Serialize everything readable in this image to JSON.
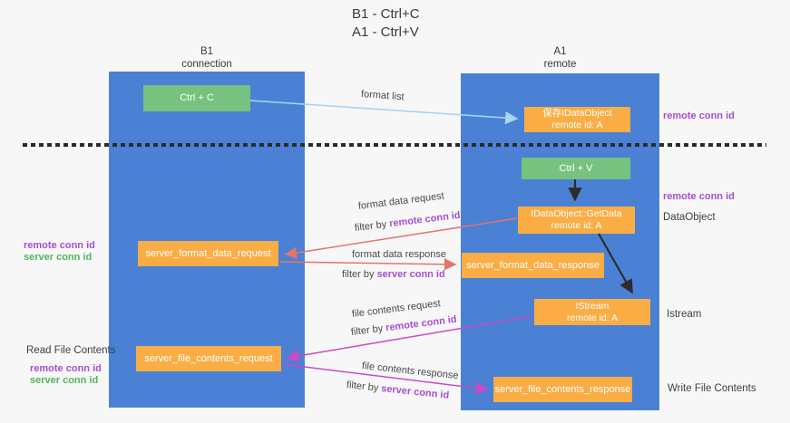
{
  "title": {
    "line1": "B1 - Ctrl+C",
    "line2": "A1 - Ctrl+V"
  },
  "columns": {
    "left": {
      "name": "B1",
      "role": "connection"
    },
    "right": {
      "name": "A1",
      "role": "remote"
    }
  },
  "nodes": {
    "ctrl_c": {
      "label": "Ctrl + C"
    },
    "ctrl_v": {
      "label": "Ctrl + V"
    },
    "save_dataobject": {
      "line1": "保存IDataObject",
      "line2": "remote id: A"
    },
    "getdata": {
      "line1": "IDataObject::GetData",
      "line2": "remote id: A"
    },
    "istream": {
      "line1": "IStream",
      "line2": "remote id: A"
    },
    "format_request": {
      "label": "server_format_data_request"
    },
    "format_response": {
      "label": "server_format_data_response"
    },
    "file_request": {
      "label": "server_file_contents_request"
    },
    "file_response": {
      "label": "server_file_contents_response"
    }
  },
  "arrow_labels": {
    "format_list": "format list",
    "format_data_request": "format data request",
    "format_data_response": "format data response",
    "file_contents_request": "file contents request",
    "file_contents_response": "file contents response",
    "filter_prefix": "filter by ",
    "remote_conn_id": "remote conn id",
    "server_conn_id": "server conn id"
  },
  "side_labels": {
    "right_remote_conn_top": "remote conn id",
    "right_remote_conn_mid": "remote conn id",
    "dataobject": "DataObject",
    "istream": "Istream",
    "write_file_contents": "Write File Contents",
    "read_file_contents": "Read File Contents",
    "left_remote_conn": "remote conn id",
    "left_server_conn": "server conn id",
    "left_remote_conn2": "remote conn id",
    "left_server_conn2": "server conn id"
  },
  "colors": {
    "column_blue": "#4a81d5",
    "node_green": "#76c27e",
    "node_orange": "#f9ad44",
    "purple_label": "#a64fd0",
    "green_label": "#4fb55f",
    "arrow_red": "#e5736e",
    "arrow_magenta": "#cf48c5",
    "arrow_blue": "#a9d3f2",
    "arrow_black": "#2d2d2d"
  }
}
